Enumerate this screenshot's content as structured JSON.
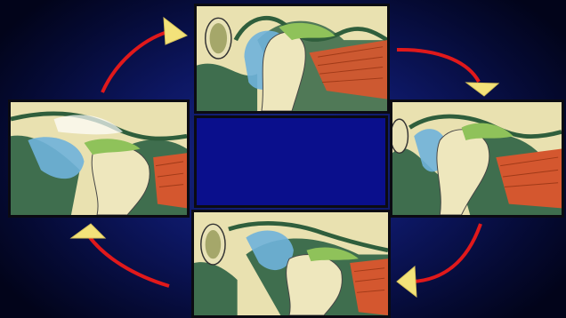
{
  "diagram": {
    "panels": [
      {
        "id": "top",
        "icon": "tmj-closed-position-illustration"
      },
      {
        "id": "right",
        "icon": "tmj-opening-rotation-illustration"
      },
      {
        "id": "bottom",
        "icon": "tmj-full-opening-translation-illustration"
      },
      {
        "id": "left",
        "icon": "tmj-closing-return-illustration"
      }
    ],
    "arrows": [
      {
        "from": "top",
        "to": "right",
        "icon": "curved-arrow-icon"
      },
      {
        "from": "right",
        "to": "bottom",
        "icon": "curved-arrow-icon"
      },
      {
        "from": "bottom",
        "to": "left",
        "icon": "curved-arrow-icon"
      },
      {
        "from": "left",
        "to": "top",
        "icon": "curved-arrow-icon"
      }
    ],
    "colors": {
      "background": "#0d1763",
      "center_box": "#0a0f8c",
      "arrow_stroke": "#e0191b",
      "arrow_head": "#f3e27a",
      "bone": "#eee7bd",
      "tissue_green": "#3f6e4e",
      "disc_green": "#8fc25a",
      "synovial_blue": "#6fb2db",
      "muscle_red": "#d4572f"
    }
  }
}
